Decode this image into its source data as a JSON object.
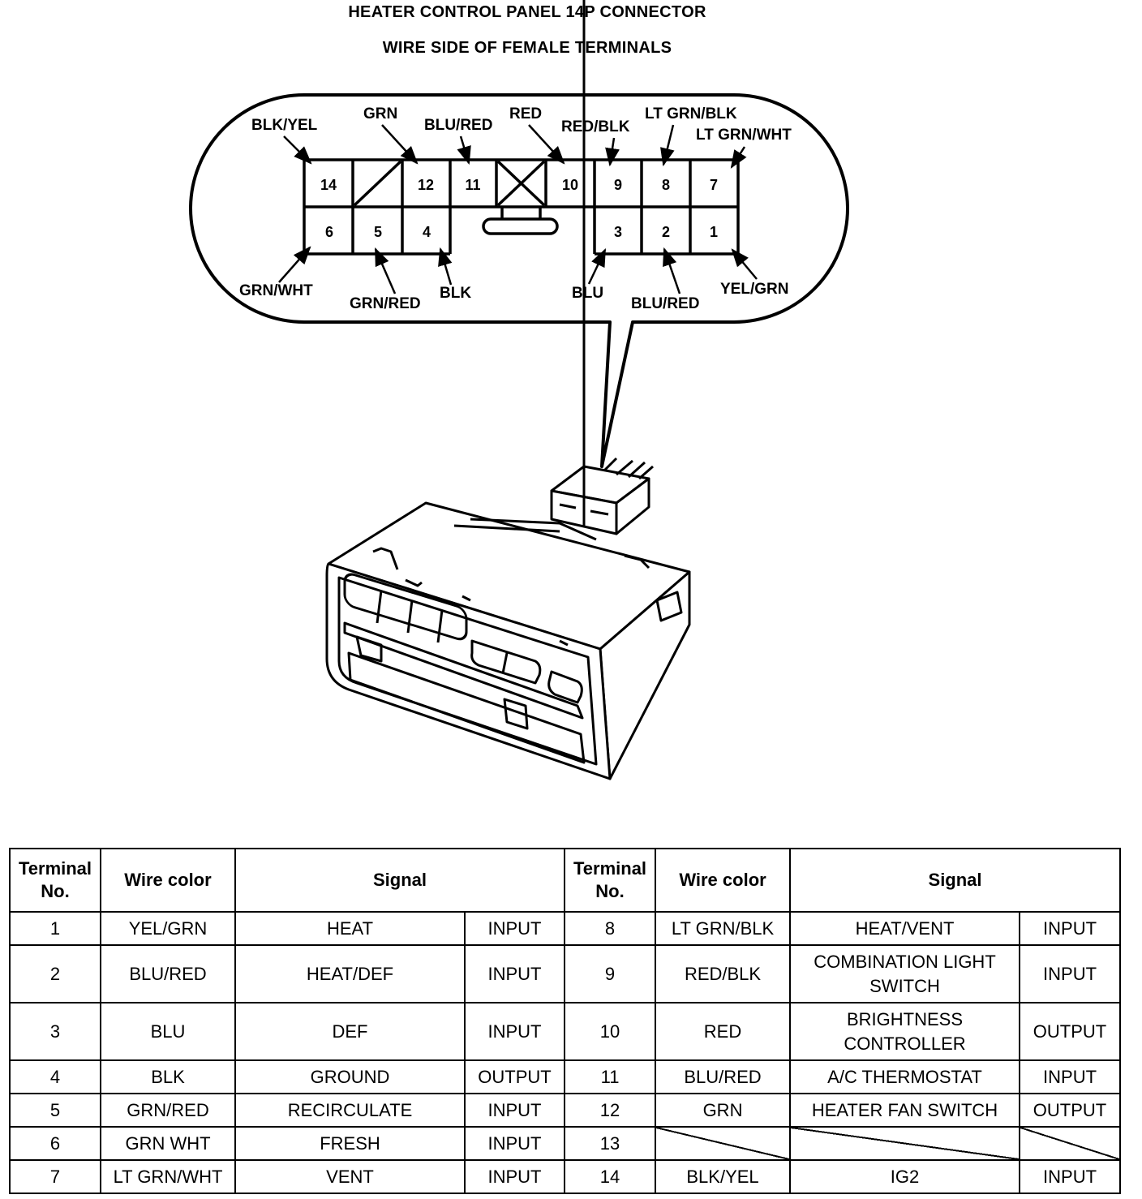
{
  "title": "HEATER CONTROL PANEL 14P CONNECTOR",
  "subtitle": "WIRE SIDE OF FEMALE TERMINALS",
  "connector": {
    "top_row_pins": [
      "14",
      "12",
      "11",
      "10",
      "9",
      "8",
      "7"
    ],
    "bottom_row_pins": [
      "6",
      "5",
      "4",
      "3",
      "2",
      "1"
    ],
    "wire_labels": {
      "p14": "BLK/YEL",
      "p12": "GRN",
      "p11": "BLU/RED",
      "p10": "RED",
      "p9": "RED/BLK",
      "p8": "LT GRN/BLK",
      "p7": "LT GRN/WHT",
      "p6": "GRN/WHT",
      "p5": "GRN/RED",
      "p4": "BLK",
      "p3": "BLU",
      "p2": "BLU/RED",
      "p1": "YEL/GRN"
    }
  },
  "table": {
    "headers": {
      "terminal": "Terminal No.",
      "wire_color": "Wire color",
      "signal": "Signal"
    },
    "rows": [
      {
        "left": {
          "no": "1",
          "color": "YEL/GRN",
          "signal": "HEAT",
          "io": "INPUT"
        },
        "right": {
          "no": "8",
          "color": "LT GRN/BLK",
          "signal": "HEAT/VENT",
          "io": "INPUT"
        }
      },
      {
        "left": {
          "no": "2",
          "color": "BLU/RED",
          "signal": "HEAT/DEF",
          "io": "INPUT"
        },
        "right": {
          "no": "9",
          "color": "RED/BLK",
          "signal": "COMBINATION LIGHT SWITCH",
          "io": "INPUT"
        }
      },
      {
        "left": {
          "no": "3",
          "color": "BLU",
          "signal": "DEF",
          "io": "INPUT"
        },
        "right": {
          "no": "10",
          "color": "RED",
          "signal": "BRIGHTNESS CONTROLLER",
          "io": "OUTPUT"
        }
      },
      {
        "left": {
          "no": "4",
          "color": "BLK",
          "signal": "GROUND",
          "io": "OUTPUT"
        },
        "right": {
          "no": "11",
          "color": "BLU/RED",
          "signal": "A/C THERMOSTAT",
          "io": "INPUT"
        }
      },
      {
        "left": {
          "no": "5",
          "color": "GRN/RED",
          "signal": "RECIRCULATE",
          "io": "INPUT"
        },
        "right": {
          "no": "12",
          "color": "GRN",
          "signal": "HEATER FAN SWITCH",
          "io": "OUTPUT"
        }
      },
      {
        "left": {
          "no": "6",
          "color": "GRN WHT",
          "signal": "FRESH",
          "io": "INPUT"
        },
        "right": {
          "no": "13",
          "color": "",
          "signal": "",
          "io": ""
        }
      },
      {
        "left": {
          "no": "7",
          "color": "LT GRN/WHT",
          "signal": "VENT",
          "io": "INPUT"
        },
        "right": {
          "no": "14",
          "color": "BLK/YEL",
          "signal": "IG2",
          "io": "INPUT"
        }
      }
    ]
  }
}
